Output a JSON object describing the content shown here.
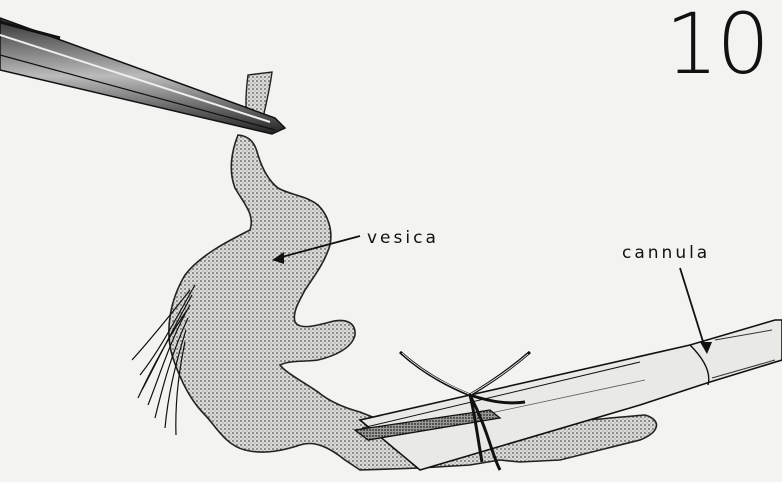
{
  "figure": {
    "number": "10",
    "labels": {
      "vesica": "vesica",
      "cannula": "cannula"
    }
  }
}
